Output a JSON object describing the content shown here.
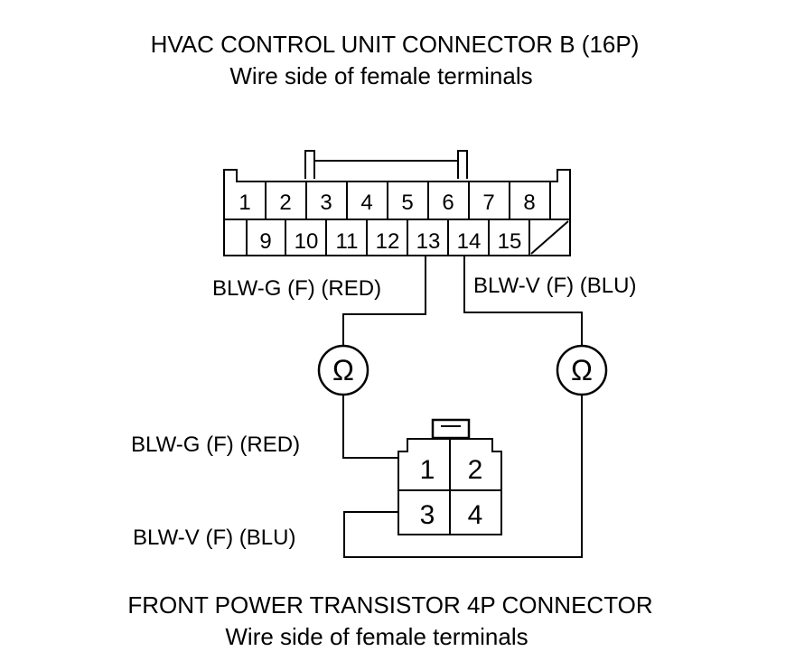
{
  "titles": {
    "top_title": "HVAC CONTROL UNIT CONNECTOR B (16P)",
    "top_subtitle": "Wire side of female terminals",
    "bottom_title": "FRONT POWER TRANSISTOR 4P CONNECTOR",
    "bottom_subtitle": "Wire side of female terminals"
  },
  "connector_16p": {
    "row1": [
      "1",
      "2",
      "3",
      "4",
      "5",
      "6",
      "7",
      "8"
    ],
    "row2": [
      "9",
      "10",
      "11",
      "12",
      "13",
      "14",
      "15"
    ]
  },
  "connector_4p": {
    "pins": [
      "1",
      "2",
      "3",
      "4"
    ]
  },
  "wire_labels": {
    "top_left": "BLW-G (F) (RED)",
    "top_right": "BLW-V (F) (BLU)",
    "bottom_upper": "BLW-G (F) (RED)",
    "bottom_lower": "BLW-V (F) (BLU)"
  },
  "meter_symbols": {
    "left": "Ω",
    "right": "Ω"
  }
}
